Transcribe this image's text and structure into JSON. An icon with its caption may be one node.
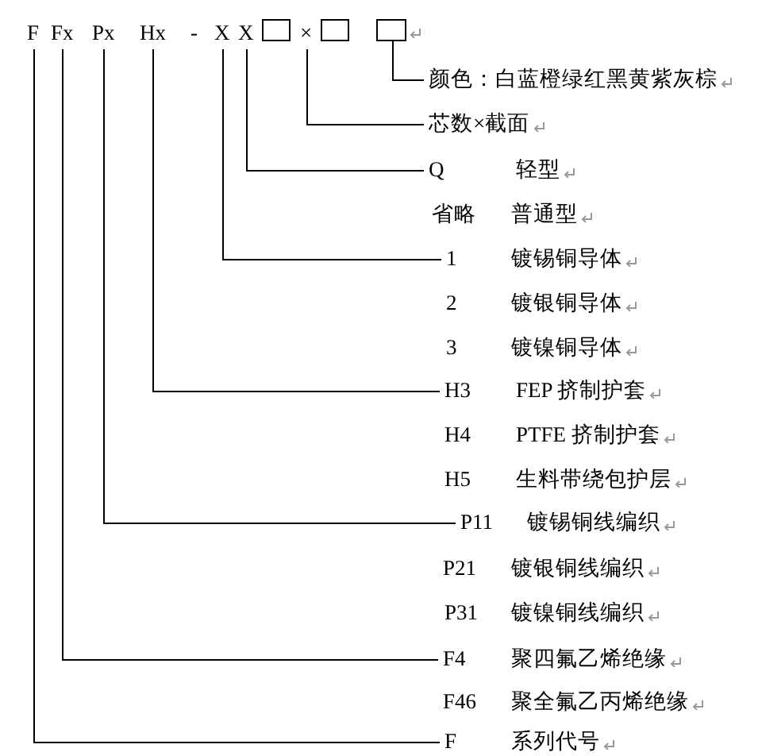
{
  "diagram": {
    "nodes": [
      {
        "text": [
          "F"
        ]
      },
      {
        "text": [
          "Fx"
        ]
      },
      {
        "text": [
          "Px"
        ]
      },
      {
        "text": [
          "Hx"
        ]
      },
      {
        "text": [
          "X"
        ]
      },
      {
        "text": [
          "X"
        ]
      },
      {
        "text": [],
        "shape": "box"
      },
      {
        "text": [
          "×"
        ]
      },
      {
        "text": [],
        "shape": "box"
      },
      {
        "text": [],
        "shape": "box"
      },
      {
        "text": [
          "颜色：白蓝橙绿红黑黄紫灰棕"
        ]
      },
      {
        "text": [
          "芯数×截面"
        ]
      },
      {
        "text": [
          "Q",
          "轻型"
        ]
      },
      {
        "text": [
          "1",
          "镀锡铜导体"
        ]
      },
      {
        "text": [
          "H3",
          "FEP 挤制护套"
        ]
      },
      {
        "text": [
          "P11",
          "镀锡铜线编织"
        ]
      },
      {
        "text": [
          "F4",
          "聚四氟乙烯绝缘"
        ]
      },
      {
        "text": [
          "F",
          "系列代号"
        ]
      }
    ],
    "edges": [
      {
        "from": 9,
        "to": 10,
        "arrow": "none"
      },
      {
        "from": 7,
        "to": 11,
        "arrow": "none"
      },
      {
        "from": 5,
        "to": 12,
        "arrow": "none"
      },
      {
        "from": 4,
        "to": 13,
        "arrow": "none"
      },
      {
        "from": 3,
        "to": 14,
        "arrow": "none"
      },
      {
        "from": 2,
        "to": 15,
        "arrow": "none"
      },
      {
        "from": 1,
        "to": 16,
        "arrow": "none"
      },
      {
        "from": 0,
        "to": 17,
        "arrow": "none"
      }
    ],
    "labels": [
      "-",
      "省略",
      "普通型",
      "2",
      "镀银铜导体",
      "3",
      "镀镍铜导体",
      "H4",
      "PTFE 挤制护套",
      "H5",
      "生料带绕包护层",
      "P21",
      "镀银铜线编织",
      "P31",
      "镀镍铜线编织",
      "F46",
      "聚全氟乙丙烯绝缘"
    ]
  }
}
